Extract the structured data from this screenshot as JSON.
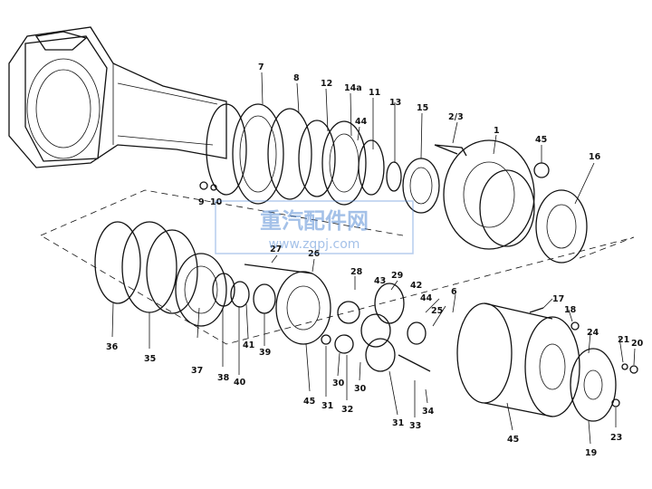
{
  "watermark": {
    "cn": "重汽配件网",
    "url": "www.zqpj.com",
    "color": "#5b8fd6"
  },
  "part_labels": [
    "7",
    "8",
    "12",
    "14a",
    "11",
    "44",
    "13",
    "15",
    "2/3",
    "1",
    "45",
    "16",
    "9",
    "10",
    "27",
    "26",
    "28",
    "43",
    "29",
    "42",
    "44",
    "25",
    "6",
    "17",
    "18",
    "24",
    "21",
    "20",
    "36",
    "35",
    "37",
    "38",
    "40",
    "41",
    "39",
    "45",
    "31",
    "30",
    "32",
    "30",
    "31",
    "33",
    "34",
    "45",
    "19",
    "23"
  ]
}
